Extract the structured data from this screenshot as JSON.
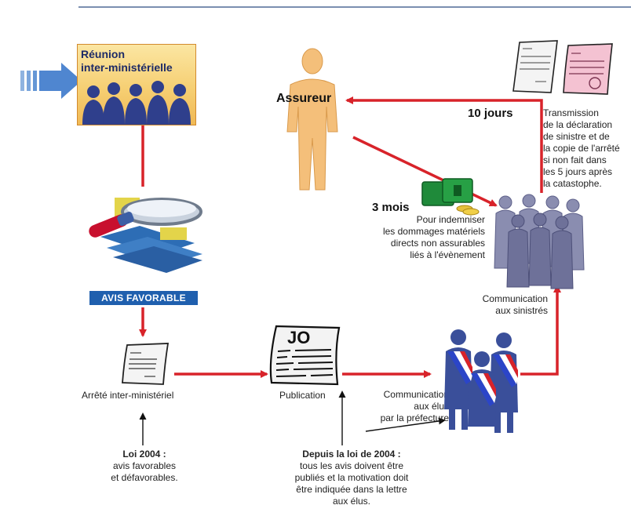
{
  "reunion": {
    "title_line1": "Réunion",
    "title_line2": "inter-ministérielle"
  },
  "assureur": {
    "label": "Assureur"
  },
  "avis_favorable": {
    "label": "AVIS FAVORABLE"
  },
  "arrete": {
    "label": "Arrêté inter-ministériel"
  },
  "publication": {
    "label": "Publication",
    "jo_label": "JO"
  },
  "loi2004": {
    "title": "Loi 2004 :",
    "line1": "avis favorables",
    "line2": "et défavorables."
  },
  "depuis": {
    "title": "Depuis la loi de 2004 :",
    "line1": "tous les avis doivent être",
    "line2": "publiés et la motivation doit",
    "line3": "être indiquée dans la lettre",
    "line4": "aux élus."
  },
  "communication_elus": {
    "line1": "Communication",
    "line2": "aux élus",
    "line3": "par la préfecture"
  },
  "communication_sinistres": {
    "line1": "Communication",
    "line2": "aux sinistrés"
  },
  "dix_jours": {
    "label": "10 jours"
  },
  "transmission": {
    "line1": "Transmission",
    "line2": "de la déclaration",
    "line3": "de sinistre et de",
    "line4": "la copie de l'arrêté",
    "line5": "si non fait dans",
    "line6": "les 5 jours après",
    "line7": "la catastophe."
  },
  "trois_mois": {
    "label": "3 mois",
    "line1": "Pour indemniser",
    "line2": "les dommages matériels",
    "line3": "directs non assurables",
    "line4": "liés à l'évènement"
  },
  "colors": {
    "arrow_red": "#d8232a",
    "box_border": "#d28a2e",
    "badge_blue": "#1f5fae",
    "people_blue": "#3a4f9a",
    "insurer_orange": "#f4bf7a"
  }
}
